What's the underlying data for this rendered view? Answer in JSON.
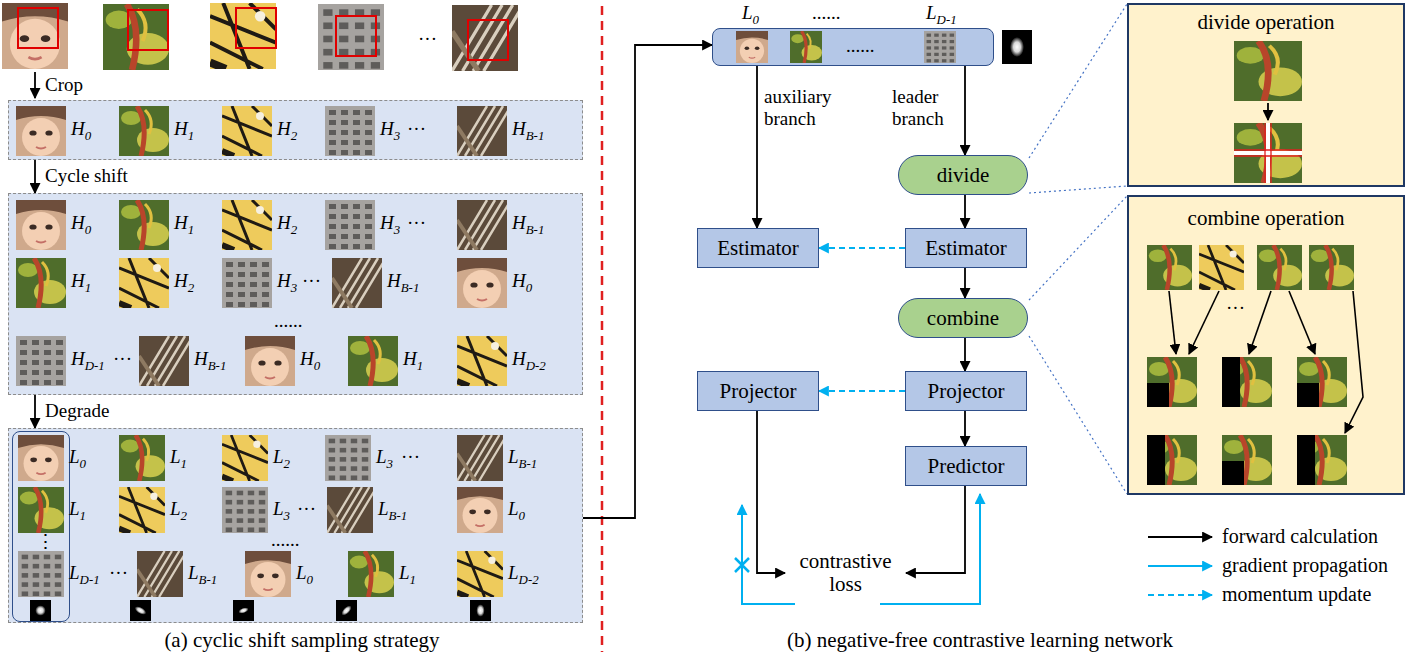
{
  "diagram": {
    "nodes": [
      {
        "text": [
          "H0",
          "H1",
          "H2",
          "H3",
          "···",
          "HB-1"
        ]
      },
      {
        "text": [
          "H0",
          "H1",
          "H2",
          "H3",
          "···",
          "HB-1",
          "H1",
          "H2",
          "H3",
          "···",
          "HB-1",
          "H0",
          "......",
          "HD-1",
          "···",
          "HB-1",
          "H0",
          "H1",
          "HD-2"
        ]
      },
      {
        "text": [
          "L0",
          "L1",
          "L2",
          "L3",
          "···",
          "LB-1",
          "L1",
          "L2",
          "L3",
          "···",
          "LB-1",
          "L0",
          "⋮",
          "......",
          "LD-1",
          "···",
          "LB-1",
          "L0",
          "L1",
          "LD-2"
        ]
      },
      {
        "text": [
          "L0",
          "......",
          "LD-1",
          "......"
        ]
      },
      {
        "text": [
          "divide"
        ]
      },
      {
        "text": [
          "Estimator"
        ]
      },
      {
        "text": [
          "Estimator"
        ]
      },
      {
        "text": [
          "combine"
        ]
      },
      {
        "text": [
          "Projector"
        ]
      },
      {
        "text": [
          "Projector"
        ]
      },
      {
        "text": [
          "Predictor"
        ]
      },
      {
        "text": [
          "contrastive loss"
        ]
      },
      {
        "text": [
          "divide operation"
        ]
      },
      {
        "text": [
          "combine operation",
          "···"
        ]
      }
    ],
    "edges": [
      {
        "from": 0,
        "to": 1,
        "arrow": "to",
        "label": "Cycle shift"
      },
      {
        "from": 1,
        "to": 2,
        "arrow": "to",
        "label": "Degrade"
      },
      {
        "from": 2,
        "to": 3,
        "arrow": "to"
      },
      {
        "from": 3,
        "to": 5,
        "arrow": "to",
        "label": "auxiliary branch"
      },
      {
        "from": 3,
        "to": 4,
        "arrow": "to",
        "label": "leader branch"
      },
      {
        "from": 4,
        "to": 6,
        "arrow": "to"
      },
      {
        "from": 6,
        "to": 5,
        "arrow": "to"
      },
      {
        "from": 6,
        "to": 7,
        "arrow": "to"
      },
      {
        "from": 7,
        "to": 9,
        "arrow": "to"
      },
      {
        "from": 9,
        "to": 8,
        "arrow": "to"
      },
      {
        "from": 9,
        "to": 10,
        "arrow": "to"
      },
      {
        "from": 8,
        "to": 11,
        "arrow": "to"
      },
      {
        "from": 10,
        "to": 11,
        "arrow": "to"
      }
    ],
    "labels": [
      "···",
      "Crop",
      "(a) cyclic shift sampling strategy",
      "(b) negative-free contrastive learning network"
    ],
    "legend": [
      {
        "text": "forward calculation"
      },
      {
        "text": "gradient propagation"
      },
      {
        "text": "momentum update"
      }
    ]
  }
}
